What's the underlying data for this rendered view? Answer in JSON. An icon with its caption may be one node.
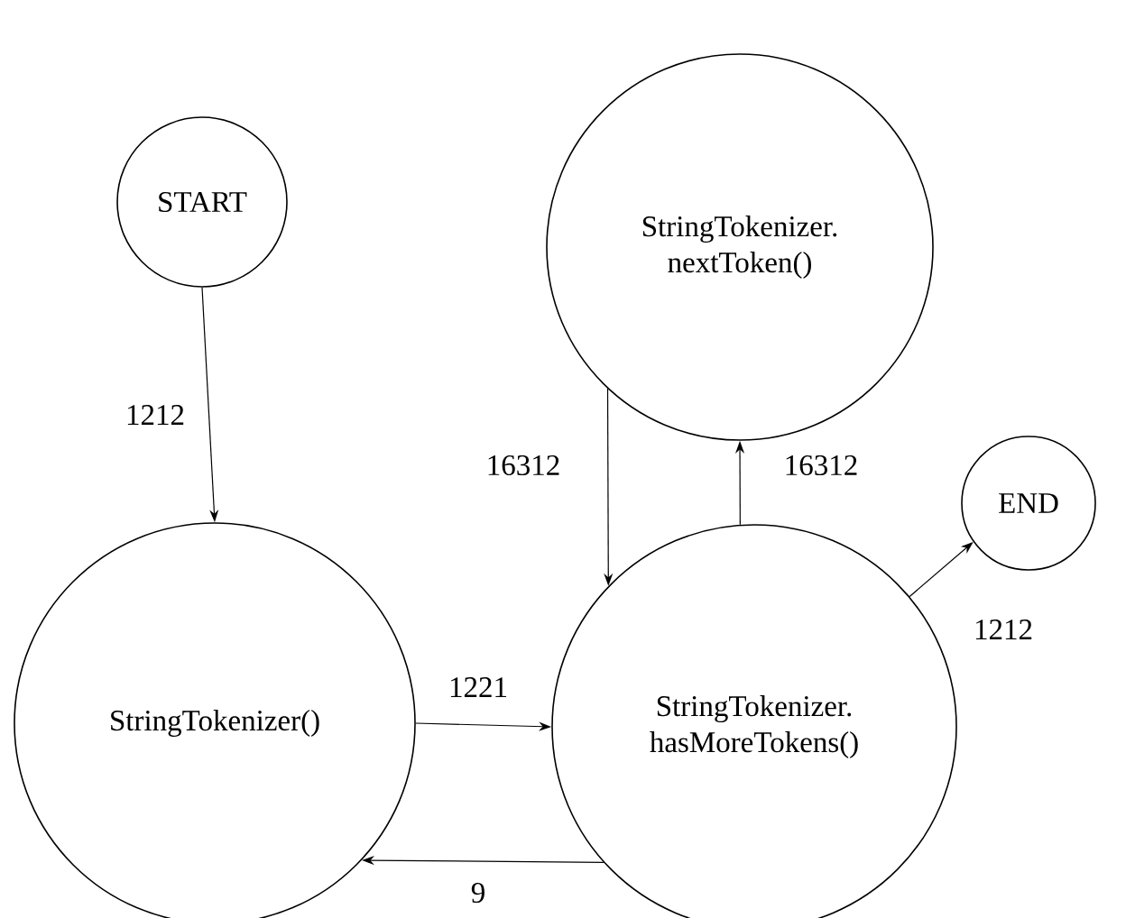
{
  "diagram": {
    "nodes": [
      {
        "text": [
          "START"
        ]
      },
      {
        "text": [
          "StringTokenizer()"
        ]
      },
      {
        "text": [
          "StringTokenizer. nextToken()"
        ]
      },
      {
        "text": [
          "StringTokenizer. hasMoreTokens()"
        ]
      },
      {
        "text": [
          "END"
        ]
      }
    ],
    "edges": [
      {
        "from": 0,
        "to": 1,
        "arrow": "to",
        "label": "1212"
      },
      {
        "from": 1,
        "to": 3,
        "arrow": "to",
        "label": "1221"
      },
      {
        "from": 3,
        "to": 1,
        "arrow": "to",
        "label": "9"
      },
      {
        "from": 2,
        "to": 3,
        "arrow": "to",
        "label": "16312"
      },
      {
        "from": 3,
        "to": 2,
        "arrow": "to",
        "label": "16312"
      },
      {
        "from": 3,
        "to": 4,
        "arrow": "to",
        "label": "1212"
      }
    ]
  }
}
